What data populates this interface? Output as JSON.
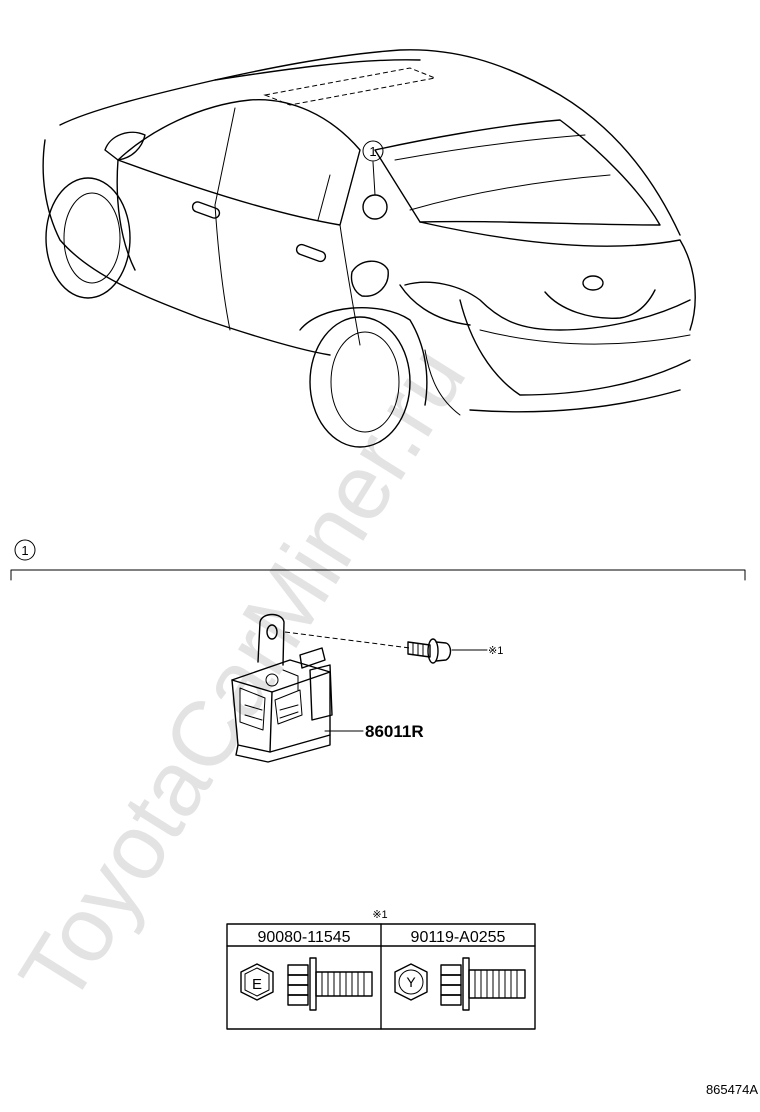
{
  "watermark": "ToyotaCarMiner.ru",
  "callouts": {
    "vehicle_callout": "1",
    "section_callout": "1",
    "note_mark": "※1",
    "table_note_mark": "※1"
  },
  "parts": {
    "main_part_number": "86011R"
  },
  "bolt_table": {
    "columns": [
      {
        "part_number": "90080-11545",
        "head_mark": "E"
      },
      {
        "part_number": "90119-A0255",
        "head_mark": "Y"
      }
    ]
  },
  "figure_id": "865474A"
}
